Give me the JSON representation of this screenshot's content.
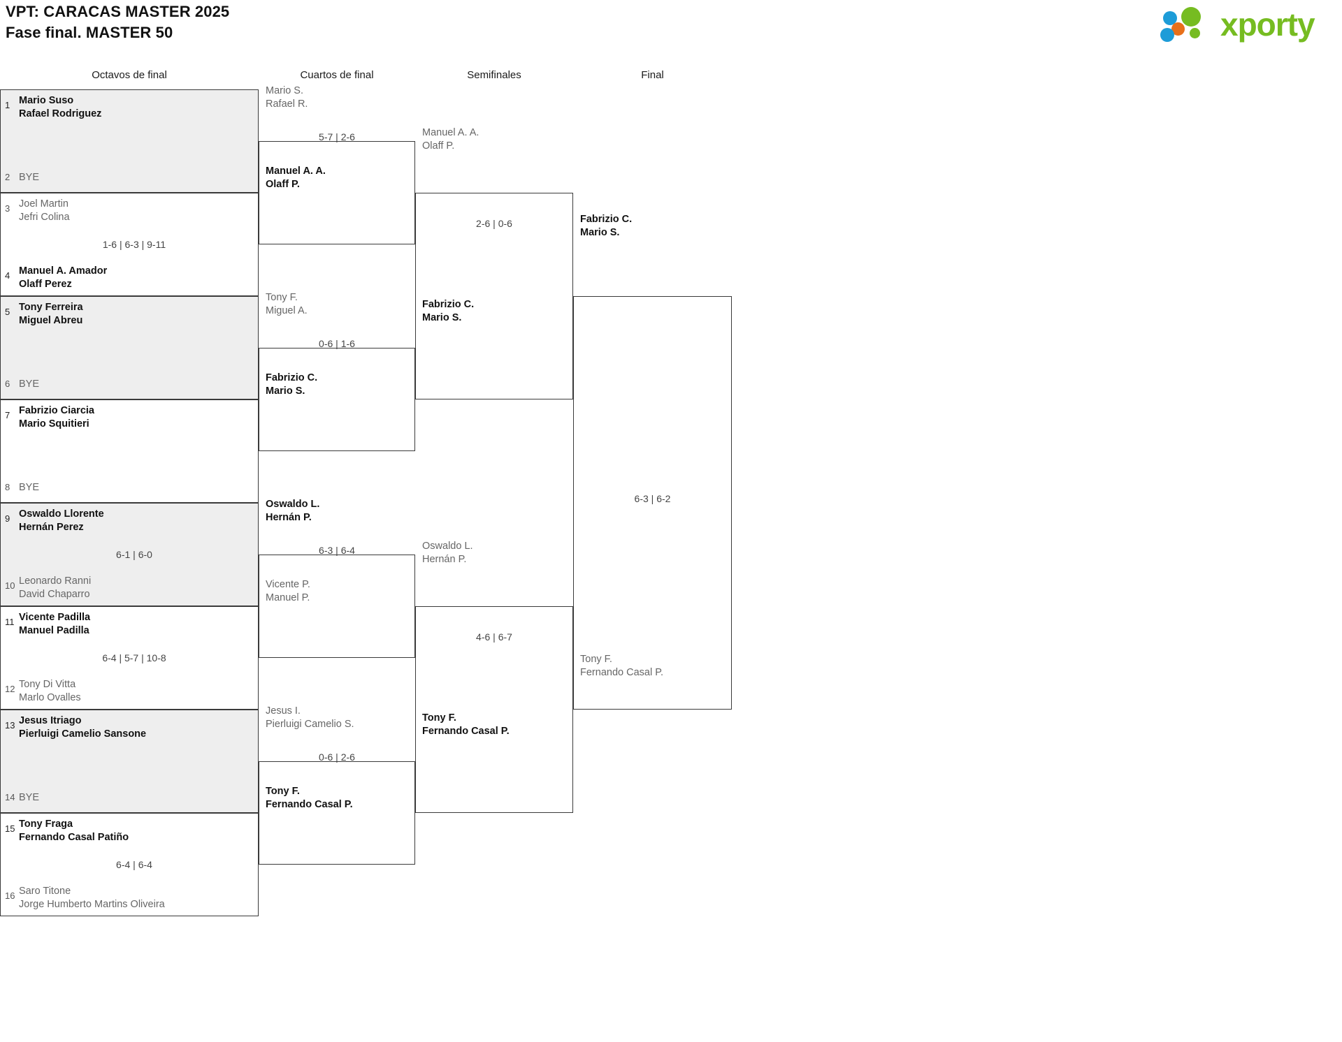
{
  "header": {
    "title": "VPT: CARACAS MASTER 2025",
    "subtitle": "Fase final. MASTER 50",
    "logo_text": "xporty",
    "logo_colors": {
      "blue": "#1d9cd8",
      "orange": "#e8701a",
      "green": "#76bc21"
    }
  },
  "rounds": [
    {
      "label": "Octavos de final"
    },
    {
      "label": "Cuartos de final"
    },
    {
      "label": "Semifinales"
    },
    {
      "label": "Final"
    }
  ],
  "round1": {
    "entries": [
      {
        "seed": "1",
        "p1": "Mario Suso",
        "p2": "Rafael Rodriguez",
        "winner": true
      },
      {
        "seed": "2",
        "bye": "BYE",
        "winner": false
      },
      {
        "seed": "3",
        "p1": "Joel Martin",
        "p2": "Jefri Colina",
        "winner": false
      },
      {
        "seed": "4",
        "p1": "Manuel A. Amador",
        "p2": "Olaff Perez",
        "winner": true
      },
      {
        "seed": "5",
        "p1": "Tony Ferreira",
        "p2": "Miguel Abreu",
        "winner": true
      },
      {
        "seed": "6",
        "bye": "BYE",
        "winner": false
      },
      {
        "seed": "7",
        "p1": "Fabrizio Ciarcia",
        "p2": "Mario Squitieri",
        "winner": true
      },
      {
        "seed": "8",
        "bye": "BYE",
        "winner": false
      },
      {
        "seed": "9",
        "p1": "Oswaldo Llorente",
        "p2": "Hernán Perez",
        "winner": true
      },
      {
        "seed": "10",
        "p1": "Leonardo Ranni",
        "p2": "David Chaparro",
        "winner": false
      },
      {
        "seed": "11",
        "p1": "Vicente Padilla",
        "p2": "Manuel Padilla",
        "winner": true
      },
      {
        "seed": "12",
        "p1": "Tony Di Vitta",
        "p2": "Marlo Ovalles",
        "winner": false
      },
      {
        "seed": "13",
        "p1": "Jesus Itriago",
        "p2": "Pierluigi Camelio Sansone",
        "winner": true
      },
      {
        "seed": "14",
        "bye": "BYE",
        "winner": false
      },
      {
        "seed": "15",
        "p1": "Tony Fraga",
        "p2": "Fernando Casal Patiño",
        "winner": true
      },
      {
        "seed": "16",
        "p1": "Saro Titone",
        "p2": "Jorge Humberto Martins Oliveira",
        "winner": false
      }
    ],
    "scores": [
      "",
      "1-6 | 6-3 | 9-11",
      "",
      "",
      "6-1 | 6-0",
      "6-4 | 5-7 | 10-8",
      "",
      "6-4 | 6-4"
    ]
  },
  "round2": {
    "matches": [
      {
        "top": {
          "p1": "Mario S.",
          "p2": "Rafael R.",
          "winner": false
        },
        "bottom": {
          "p1": "Manuel A. A.",
          "p2": "Olaff P.",
          "winner": true
        },
        "score": "5-7 | 2-6"
      },
      {
        "top": {
          "p1": "Tony F.",
          "p2": "Miguel A.",
          "winner": false
        },
        "bottom": {
          "p1": "Fabrizio C.",
          "p2": "Mario S.",
          "winner": true
        },
        "score": "0-6 | 1-6"
      },
      {
        "top": {
          "p1": "Oswaldo L.",
          "p2": "Hernán P.",
          "winner": true
        },
        "bottom": {
          "p1": "Vicente P.",
          "p2": "Manuel P.",
          "winner": false
        },
        "score": "6-3 | 6-4"
      },
      {
        "top": {
          "p1": "Jesus I.",
          "p2": "Pierluigi Camelio S.",
          "winner": false
        },
        "bottom": {
          "p1": "Tony F.",
          "p2": "Fernando Casal P.",
          "winner": true
        },
        "score": "0-6 | 2-6"
      }
    ]
  },
  "round3": {
    "matches": [
      {
        "top": {
          "p1": "Manuel A. A.",
          "p2": "Olaff P.",
          "winner": false
        },
        "bottom": {
          "p1": "Fabrizio C.",
          "p2": "Mario S.",
          "winner": true
        },
        "score": "2-6 | 0-6"
      },
      {
        "top": {
          "p1": "Oswaldo L.",
          "p2": "Hernán P.",
          "winner": false
        },
        "bottom": {
          "p1": "Tony F.",
          "p2": "Fernando Casal P.",
          "winner": true
        },
        "score": "4-6 | 6-7"
      }
    ]
  },
  "round4": {
    "matches": [
      {
        "top": {
          "p1": "Fabrizio C.",
          "p2": "Mario S.",
          "winner": true
        },
        "bottom": {
          "p1": "Tony F.",
          "p2": "Fernando Casal P.",
          "winner": false
        },
        "score": "6-3 | 6-2"
      }
    ]
  }
}
